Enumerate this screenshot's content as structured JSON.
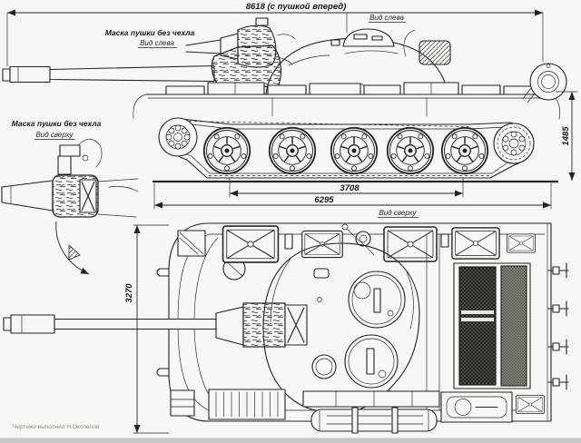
{
  "drawing": {
    "subject": "tank-blueprint-two-views",
    "annotations": {
      "view_left": "Вид слева",
      "view_top": "Вид сверху",
      "mask_title": "Маска пушки без чехла",
      "credit": "Чертежи выполнил Н.Окопелов"
    },
    "dimensions": {
      "overall_length": "8618 (с пушкой вперед)",
      "height": "1485",
      "track_contact_length": "3708",
      "hull_length": "6295",
      "hull_width": "3270"
    },
    "colors": {
      "paper": "#f7f7f4",
      "ink": "#23231f",
      "scan_edge": "#c6c6c2",
      "credit_text": "#8a8880"
    }
  }
}
